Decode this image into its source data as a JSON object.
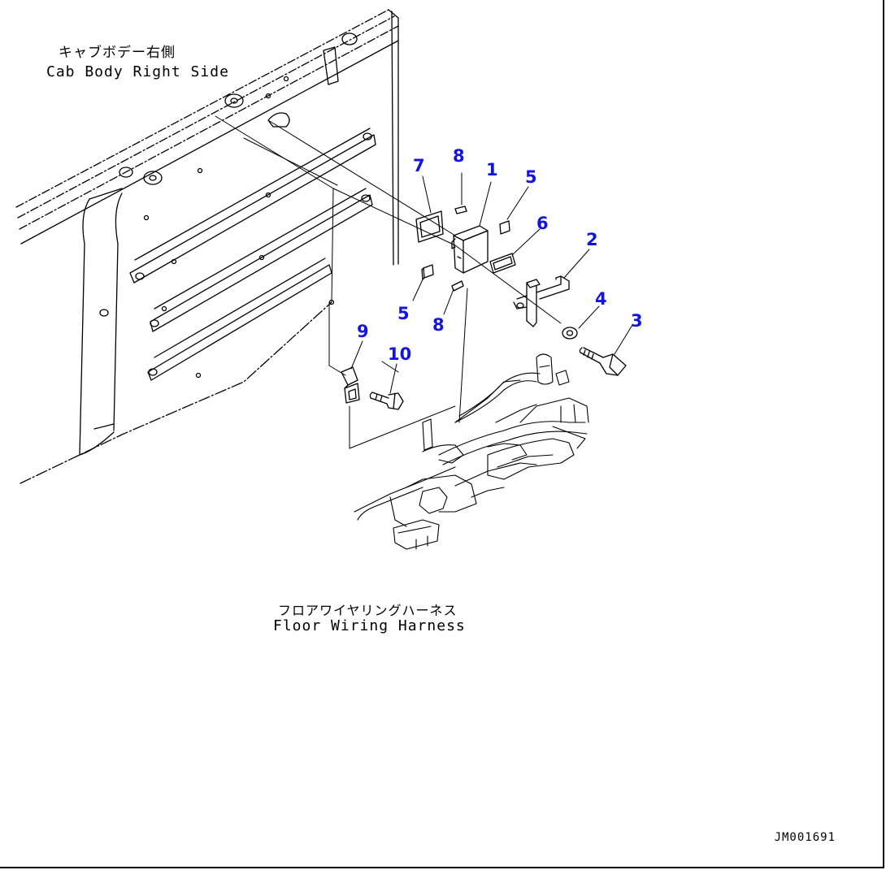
{
  "cab_caption": {
    "japanese": "キャブボデー右側",
    "english": "Cab Body Right Side"
  },
  "harness_caption": {
    "japanese": "フロアワイヤリングハーネス",
    "english": "Floor Wiring Harness"
  },
  "callouts": {
    "c1": "1",
    "c2": "2",
    "c3": "3",
    "c4": "4",
    "c5a": "5",
    "c5b": "5",
    "c6": "6",
    "c7": "7",
    "c8a": "8",
    "c8b": "8",
    "c9": "9",
    "c10": "10"
  },
  "drawing_id": "JM001691",
  "colors": {
    "callout": "#1414e0",
    "line": "#000000"
  }
}
